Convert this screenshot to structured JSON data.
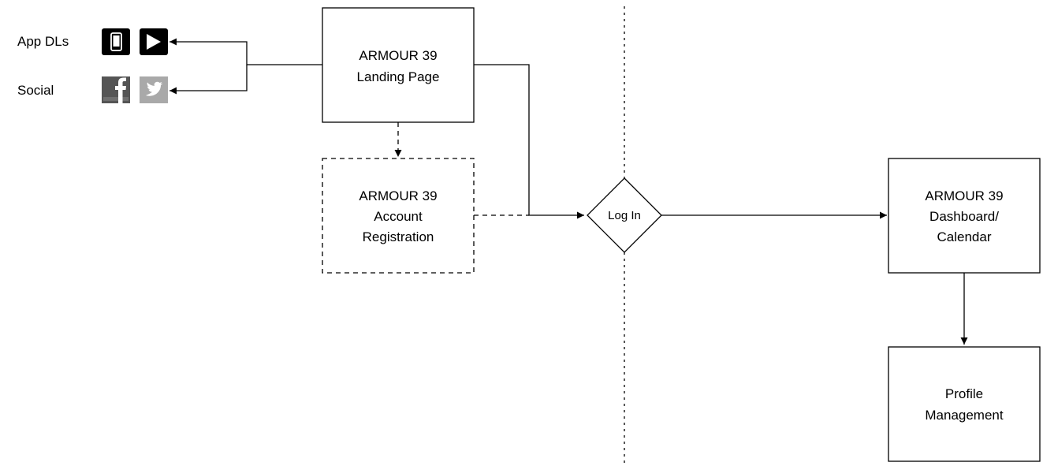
{
  "nodes": {
    "landing": [
      "ARMOUR 39",
      "Landing Page"
    ],
    "registration": [
      "ARMOUR 39",
      "Account",
      "Registration"
    ],
    "login": "Log In",
    "dashboard": [
      "ARMOUR 39",
      "Dashboard/",
      "Calendar"
    ],
    "profile": [
      "Profile",
      "Management"
    ]
  },
  "side_labels": {
    "app_dls": "App DLs",
    "social": "Social"
  },
  "icons": {
    "app_dls": [
      "phone-icon",
      "play-store-icon"
    ],
    "social": [
      "facebook-icon",
      "twitter-icon"
    ]
  },
  "colors": {
    "stroke": "#000000",
    "icon_dark": "#000000",
    "facebook_gray": "#555555",
    "twitter_gray": "#a9a9a9"
  }
}
